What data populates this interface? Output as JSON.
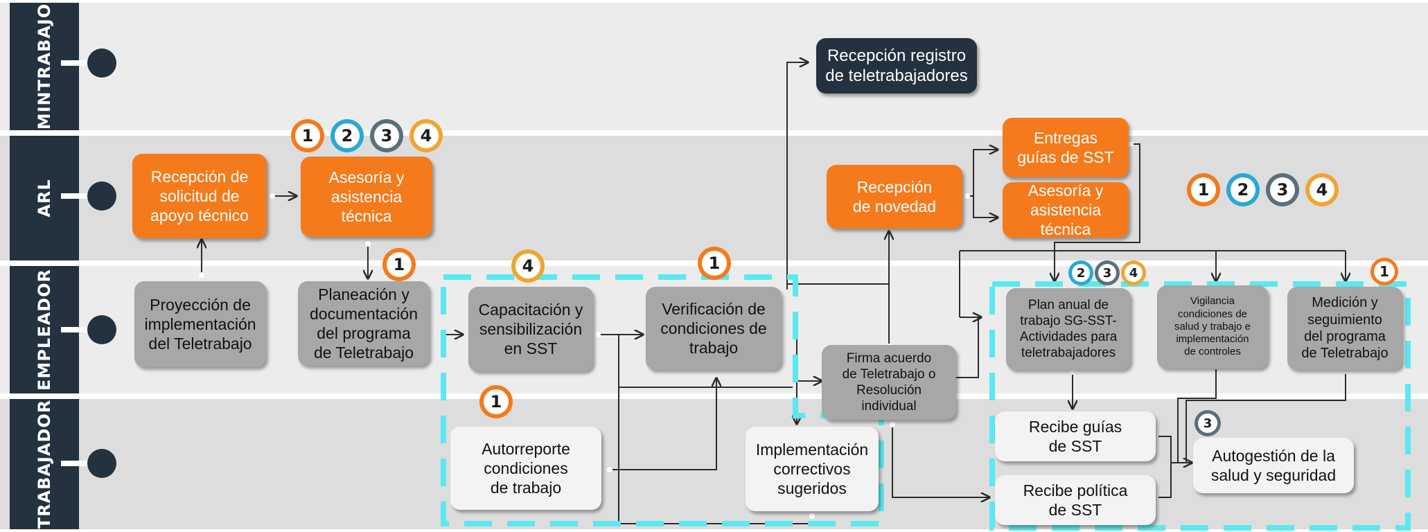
{
  "lanes": [
    {
      "id": "mintrabajo",
      "label": "MINTRABAJO"
    },
    {
      "id": "arl",
      "label": "ARL"
    },
    {
      "id": "empleador",
      "label": "EMPLEADOR"
    },
    {
      "id": "trabajador",
      "label": "TRABAJADOR"
    }
  ],
  "nodes": {
    "recepcion_registro": "Recepción registro\nde teletrabajadores",
    "recepcion_solicitud": "Recepción de\nsolicitud de\napoyo técnico",
    "asesoria_arl": "Asesoría y\nasistencia\ntécnica",
    "recepcion_novedad": "Recepción\nde novedad",
    "entregas_guias": "Entregas\nguías de SST",
    "asesoria_arl_2": "Asesoría y\nasistencia\ntécnica",
    "proyeccion": "Proyección de\nimplementación\ndel Teletrabajo",
    "planeacion": "Planeación y\ndocumentación\ndel programa\nde Teletrabajo",
    "capacitacion": "Capacitación y\nsensibilización\nen SST",
    "verificacion": "Verificación de\ncondiciones de\ntrabajo",
    "firma_acuerdo": "Firma acuerdo\nde Teletrabajo o\nResolución\nindividual",
    "plan_anual": "Plan anual de\ntrabajo SG-SST-\nActividades para\nteletrabajadores",
    "vigilancia": "Vigilancia\ncondiciones de\nsalud y trabajo e\nimplementación\nde controles",
    "medicion": "Medición y\nseguimiento\ndel programa\nde Teletrabajo",
    "autorreporte": "Autorreporte\ncondiciones\nde trabajo",
    "implementacion": "Implementación\ncorrectivos\nsugeridos",
    "recibe_guias": "Recibe guías\nde SST",
    "recibe_politica": "Recibe política\nde SST",
    "autogestion": "Autogestión de la\nsalud y seguridad"
  },
  "badges": {
    "asesoria_1": "1",
    "asesoria_2": "2",
    "asesoria_3": "3",
    "asesoria_4": "4",
    "legend_1": "1",
    "legend_2": "2",
    "legend_3": "3",
    "legend_4": "4",
    "planeacion_1": "1",
    "capacitacion_4": "4",
    "verificacion_1": "1",
    "autorreporte_1": "1",
    "plan_2": "2",
    "plan_3": "3",
    "plan_4": "4",
    "medicion_1": "1",
    "autogestion_3": "3"
  },
  "colors": {
    "lane_label_bg": "#24313f",
    "orange": "#f47a1c",
    "gray_box": "#a7a7a7",
    "dashed_highlight": "#5ce8f0",
    "badge_1": "#f47a1c",
    "badge_2": "#29a8d8",
    "badge_3": "#5a6f7c",
    "badge_4": "#f0a531"
  }
}
